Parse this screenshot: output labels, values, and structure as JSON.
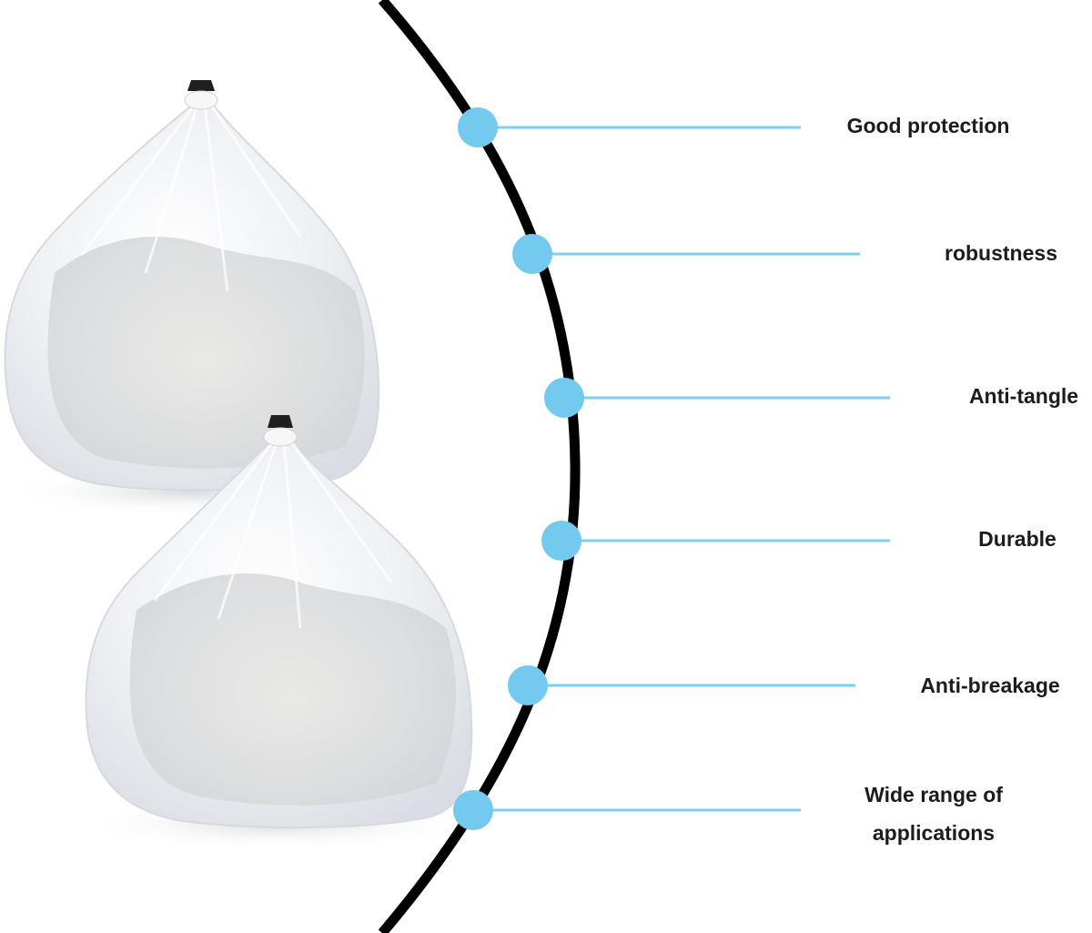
{
  "features": [
    {
      "label": "Good protection"
    },
    {
      "label": "robustness"
    },
    {
      "label": "Anti-tangle"
    },
    {
      "label": "Durable"
    },
    {
      "label": "Anti-breakage"
    },
    {
      "label": "Wide range of applications"
    }
  ],
  "colors": {
    "arc": "#000000",
    "connector": "#7dcfee",
    "node": "#74c9ee",
    "text": "#1c1c1c",
    "bag": "#f4f5f7"
  },
  "images": {
    "product": "two white mesh drawstring laundry bags"
  }
}
